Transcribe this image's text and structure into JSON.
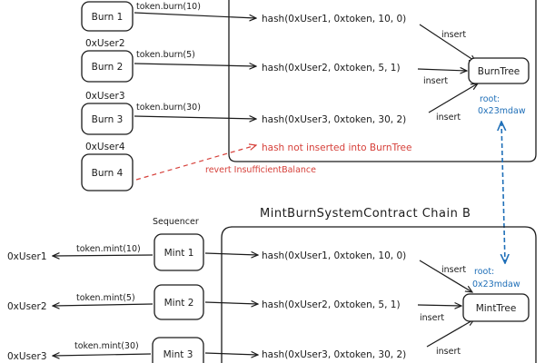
{
  "chain_a": {
    "burns": [
      {
        "user": "",
        "label": "Burn 1",
        "call": "token.burn(10)",
        "hash": "hash(0xUser1, 0xtoken, 10, 0)",
        "insert": "insert"
      },
      {
        "user": "0xUser2",
        "label": "Burn 2",
        "call": "token.burn(5)",
        "hash": "hash(0xUser2, 0xtoken, 5, 1)",
        "insert": "insert"
      },
      {
        "user": "0xUser3",
        "label": "Burn 3",
        "call": "token.burn(30)",
        "hash": "hash(0xUser3, 0xtoken, 30, 2)",
        "insert": "insert"
      }
    ],
    "burn4": {
      "user": "0xUser4",
      "label": "Burn 4",
      "note": "hash not inserted into BurnTree",
      "revert": "revert InsufficientBalance"
    },
    "tree": "BurnTree",
    "root_label": "root:",
    "root_value": "0x23mdaw"
  },
  "chain_b": {
    "title": "MintBurnSystemContract Chain B",
    "sequencer": "Sequencer",
    "mints": [
      {
        "user": "0xUser1",
        "label": "Mint 1",
        "call": "token.mint(10)",
        "hash": "hash(0xUser1, 0xtoken, 10, 0)",
        "insert": "insert"
      },
      {
        "user": "0xUser2",
        "label": "Mint 2",
        "call": "token.mint(5)",
        "hash": "hash(0xUser2, 0xtoken, 5, 1)",
        "insert": "insert"
      },
      {
        "user": "0xUser3",
        "label": "Mint 3",
        "call": "token.mint(30)",
        "hash": "hash(0xUser3, 0xtoken, 30, 2)",
        "insert": "insert"
      }
    ],
    "tree": "MintTree",
    "root_label": "root:",
    "root_value": "0x23mdaw"
  },
  "colors": {
    "ink": "#1b1b1b",
    "error": "#d6403a",
    "root": "#1f6fb8"
  }
}
